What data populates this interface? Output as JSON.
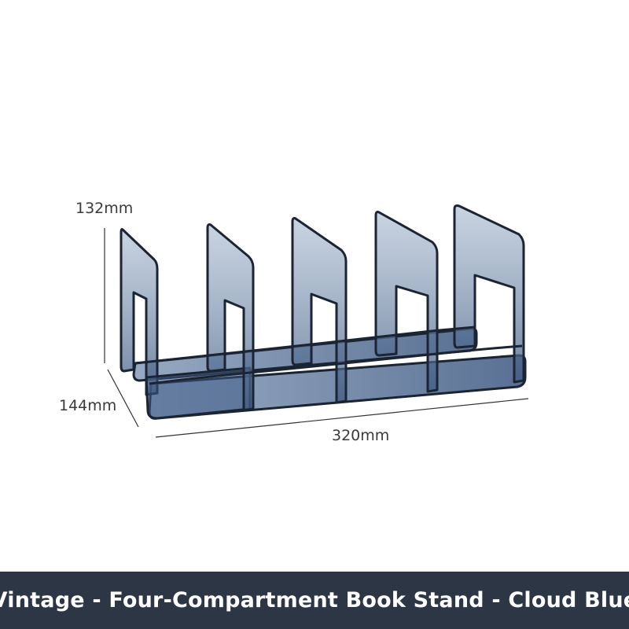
{
  "dimensions": {
    "height": "132mm",
    "depth": "144mm",
    "width": "320mm"
  },
  "caption": "Vintage - Four-Compartment Book Stand - Cloud Blue",
  "colors": {
    "acrylic_fill": "#6f88a8",
    "acrylic_edge": "#1b2432",
    "caption_background": "#2c3645",
    "caption_text": "#ffffff",
    "dimension_line": "#333333"
  }
}
